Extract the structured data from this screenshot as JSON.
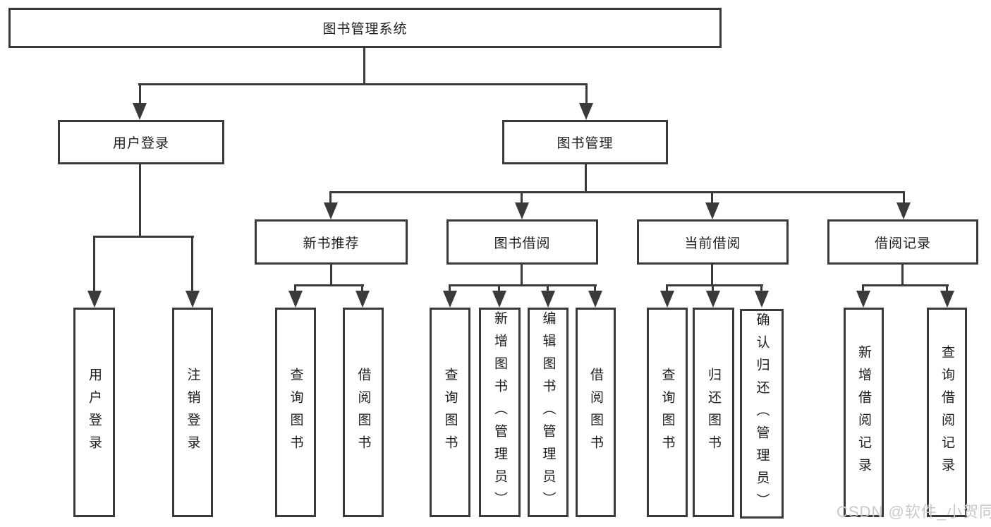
{
  "colors": {
    "background": "#ffffff",
    "line": "#3a3a3a",
    "box_border": "#3a3a3a",
    "box_fill": "#ffffff",
    "text": "#1e1e1e",
    "watermark": "#c9c9c9"
  },
  "watermark": {
    "text": "CSDN @软件_小贺同学"
  },
  "tree": {
    "root": {
      "label": "图书管理系统"
    },
    "level2": [
      {
        "label": "用户登录"
      },
      {
        "label": "图书管理"
      }
    ],
    "level3": [
      {
        "label": "新书推荐"
      },
      {
        "label": "图书借阅"
      },
      {
        "label": "当前借阅"
      },
      {
        "label": "借阅记录"
      }
    ],
    "leaves": {
      "user_login": [
        "用户登录",
        "注销登录"
      ],
      "new_book_recommend": [
        "查询图书",
        "借阅图书"
      ],
      "book_borrow": [
        "查询图书",
        "新增图书（管理员）",
        "编辑图书（管理员）",
        "借阅图书"
      ],
      "current_borrow": [
        "查询图书",
        "归还图书",
        "确认归还（管理员）"
      ],
      "borrow_record": [
        "新增借阅记录",
        "查询借阅记录"
      ]
    }
  }
}
